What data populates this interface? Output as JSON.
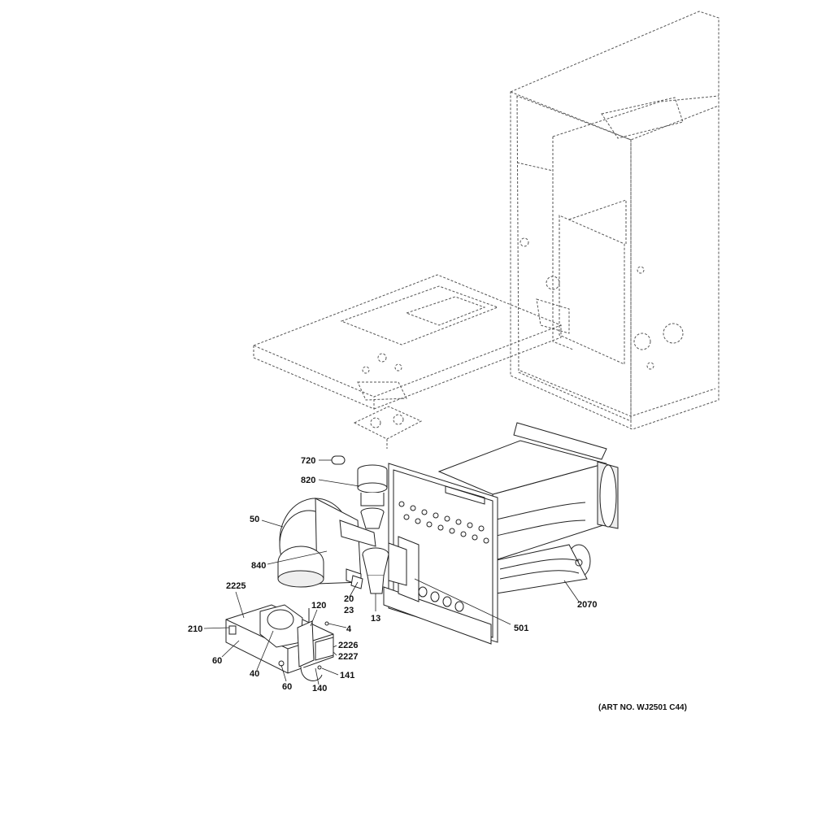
{
  "diagram": {
    "art_number": "(ART NO. WJ2501 C44)",
    "callouts": {
      "p720": "720",
      "p820": "820",
      "p50": "50",
      "p840": "840",
      "p2225": "2225",
      "p120": "120",
      "p20": "20",
      "p23": "23",
      "p13": "13",
      "p4": "4",
      "p210": "210",
      "p60a": "60",
      "p40": "40",
      "p60b": "60",
      "p140": "140",
      "p141": "141",
      "p2226": "2226",
      "p2227": "2227",
      "p501": "501",
      "p2070": "2070"
    }
  }
}
